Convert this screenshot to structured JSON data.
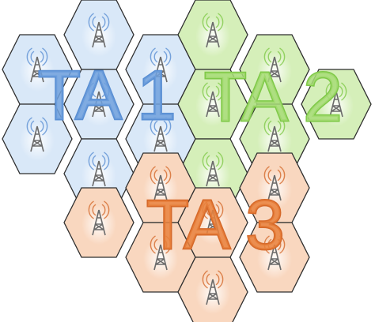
{
  "diagram": {
    "areas": [
      {
        "label": "TA 1",
        "fill": "#d9e8f8",
        "stroke": "#2f2f2f",
        "text_color": "#6fa0dd",
        "text_stroke": "#5a8fd3"
      },
      {
        "label": "TA 2",
        "fill": "#d5efb9",
        "stroke": "#2f2f2f",
        "text_color": "#a7dc77",
        "text_stroke": "#7fc948"
      },
      {
        "label": "TA 3",
        "fill": "#f9d7bf",
        "stroke": "#2f2f2f",
        "text_color": "#e9813c",
        "text_stroke": "#d5692a"
      }
    ],
    "cell_icon": "cell-tower-icon",
    "cells": [
      {
        "area": 0
      },
      {
        "area": 0
      },
      {
        "area": 0
      },
      {
        "area": 0
      },
      {
        "area": 0
      },
      {
        "area": 0
      },
      {
        "area": 0
      },
      {
        "area": 0
      },
      {
        "area": 1
      },
      {
        "area": 1
      },
      {
        "area": 1
      },
      {
        "area": 1
      },
      {
        "area": 1
      },
      {
        "area": 1
      },
      {
        "area": 1
      },
      {
        "area": 2
      },
      {
        "area": 2
      },
      {
        "area": 2
      },
      {
        "area": 2
      },
      {
        "area": 2
      },
      {
        "area": 2
      },
      {
        "area": 2
      },
      {
        "area": 2
      }
    ]
  }
}
